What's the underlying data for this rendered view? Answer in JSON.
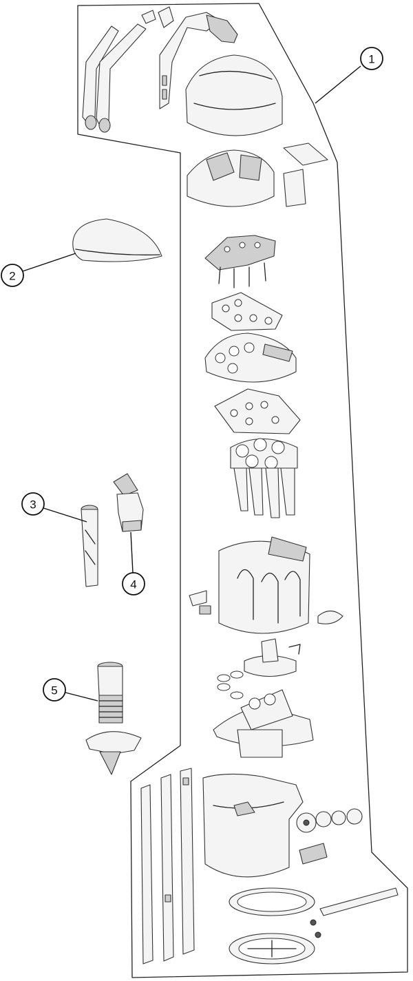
{
  "callouts": [
    {
      "id": "1",
      "label": "1"
    },
    {
      "id": "2",
      "label": "2"
    },
    {
      "id": "3",
      "label": "3"
    },
    {
      "id": "4",
      "label": "4"
    },
    {
      "id": "5",
      "label": "5"
    }
  ],
  "colors": {
    "outline": "#222222",
    "part_fill": "#f4f4f4",
    "part_shade": "#cfcfcf",
    "background": "#ffffff"
  }
}
